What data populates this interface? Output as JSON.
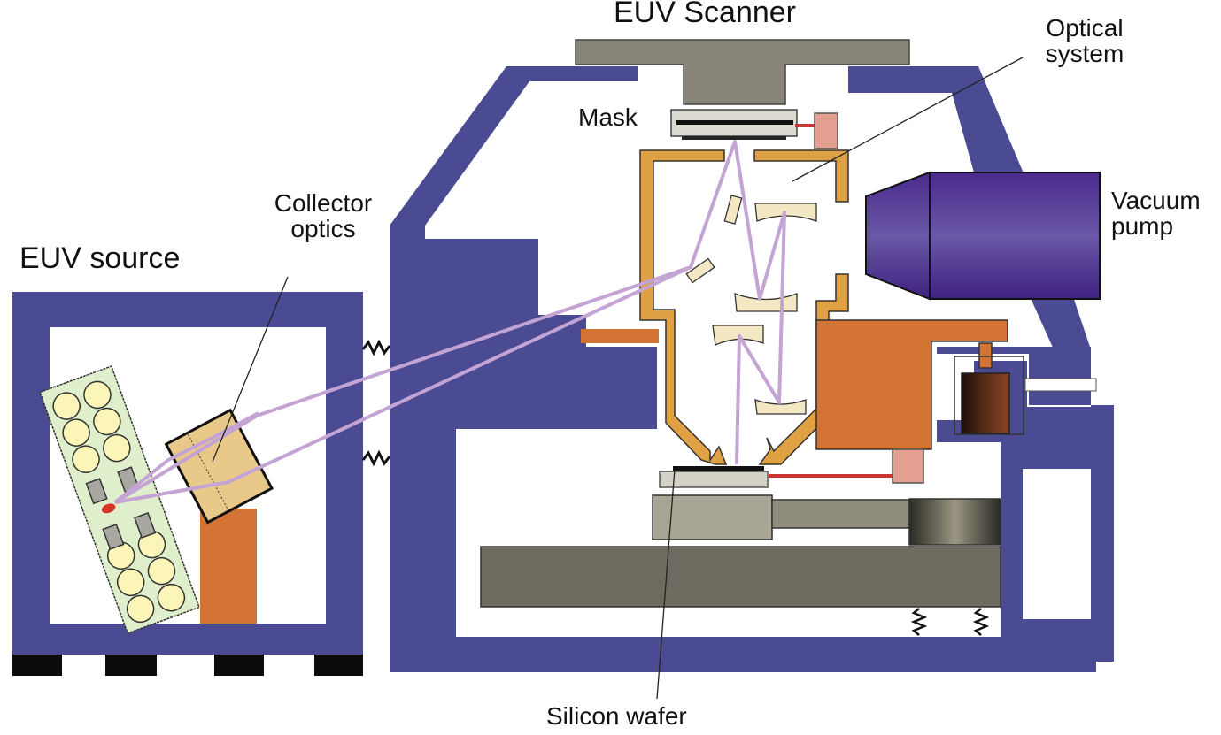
{
  "diagram": {
    "title_scanner": "EUV Scanner",
    "title_source": "EUV source",
    "labels": {
      "collector_optics_line1": "Collector",
      "collector_optics_line2": "optics",
      "optical_system_line1": "Optical",
      "optical_system_line2": "system",
      "vacuum_pump_line1": "Vacuum",
      "vacuum_pump_line2": "pump",
      "mask": "Mask",
      "silicon_wafer": "Silicon wafer"
    },
    "colors": {
      "housing": "#4b4b94",
      "optics_frame": "#e0a044",
      "actuator": "#d47434",
      "mirror": "#f4e8c4",
      "light_beam": "#c4a4d4",
      "stage_dark": "#6e6b60",
      "stage_light": "#a9a594",
      "collector": "#e9c98a",
      "source_board": "#dfeecb",
      "pump": "#5b3fa0",
      "laser_line": "#cc3333",
      "sensor": "#e3a090"
    }
  }
}
